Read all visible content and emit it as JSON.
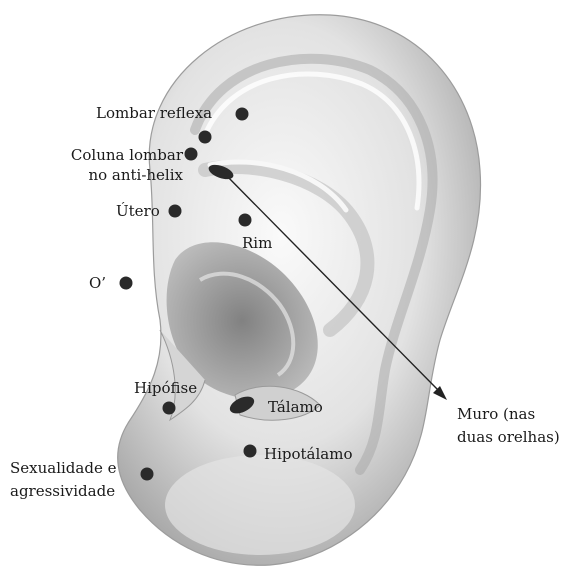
{
  "labels": {
    "lombar_reflexa": "Lombar reflexa",
    "coluna_lombar_l1": "Coluna lombar",
    "coluna_lombar_l2": "no anti-helix",
    "utero": "Útero",
    "rim": "Rim",
    "o_prime": "O’",
    "hipofise": "Hipófise",
    "talamo": "Tálamo",
    "hipotalamo": "Hipotálamo",
    "sexualidade_l1": "Sexualidade e",
    "sexualidade_l2": "agressividade",
    "muro_l1": "Muro (nas",
    "muro_l2": "duas orelhas)"
  },
  "colors": {
    "point": "#2a2a2a",
    "ear_light": "#f2f2f2",
    "ear_mid": "#c8c8c8",
    "ear_dark": "#8a8a8a",
    "arrow": "#222222"
  }
}
